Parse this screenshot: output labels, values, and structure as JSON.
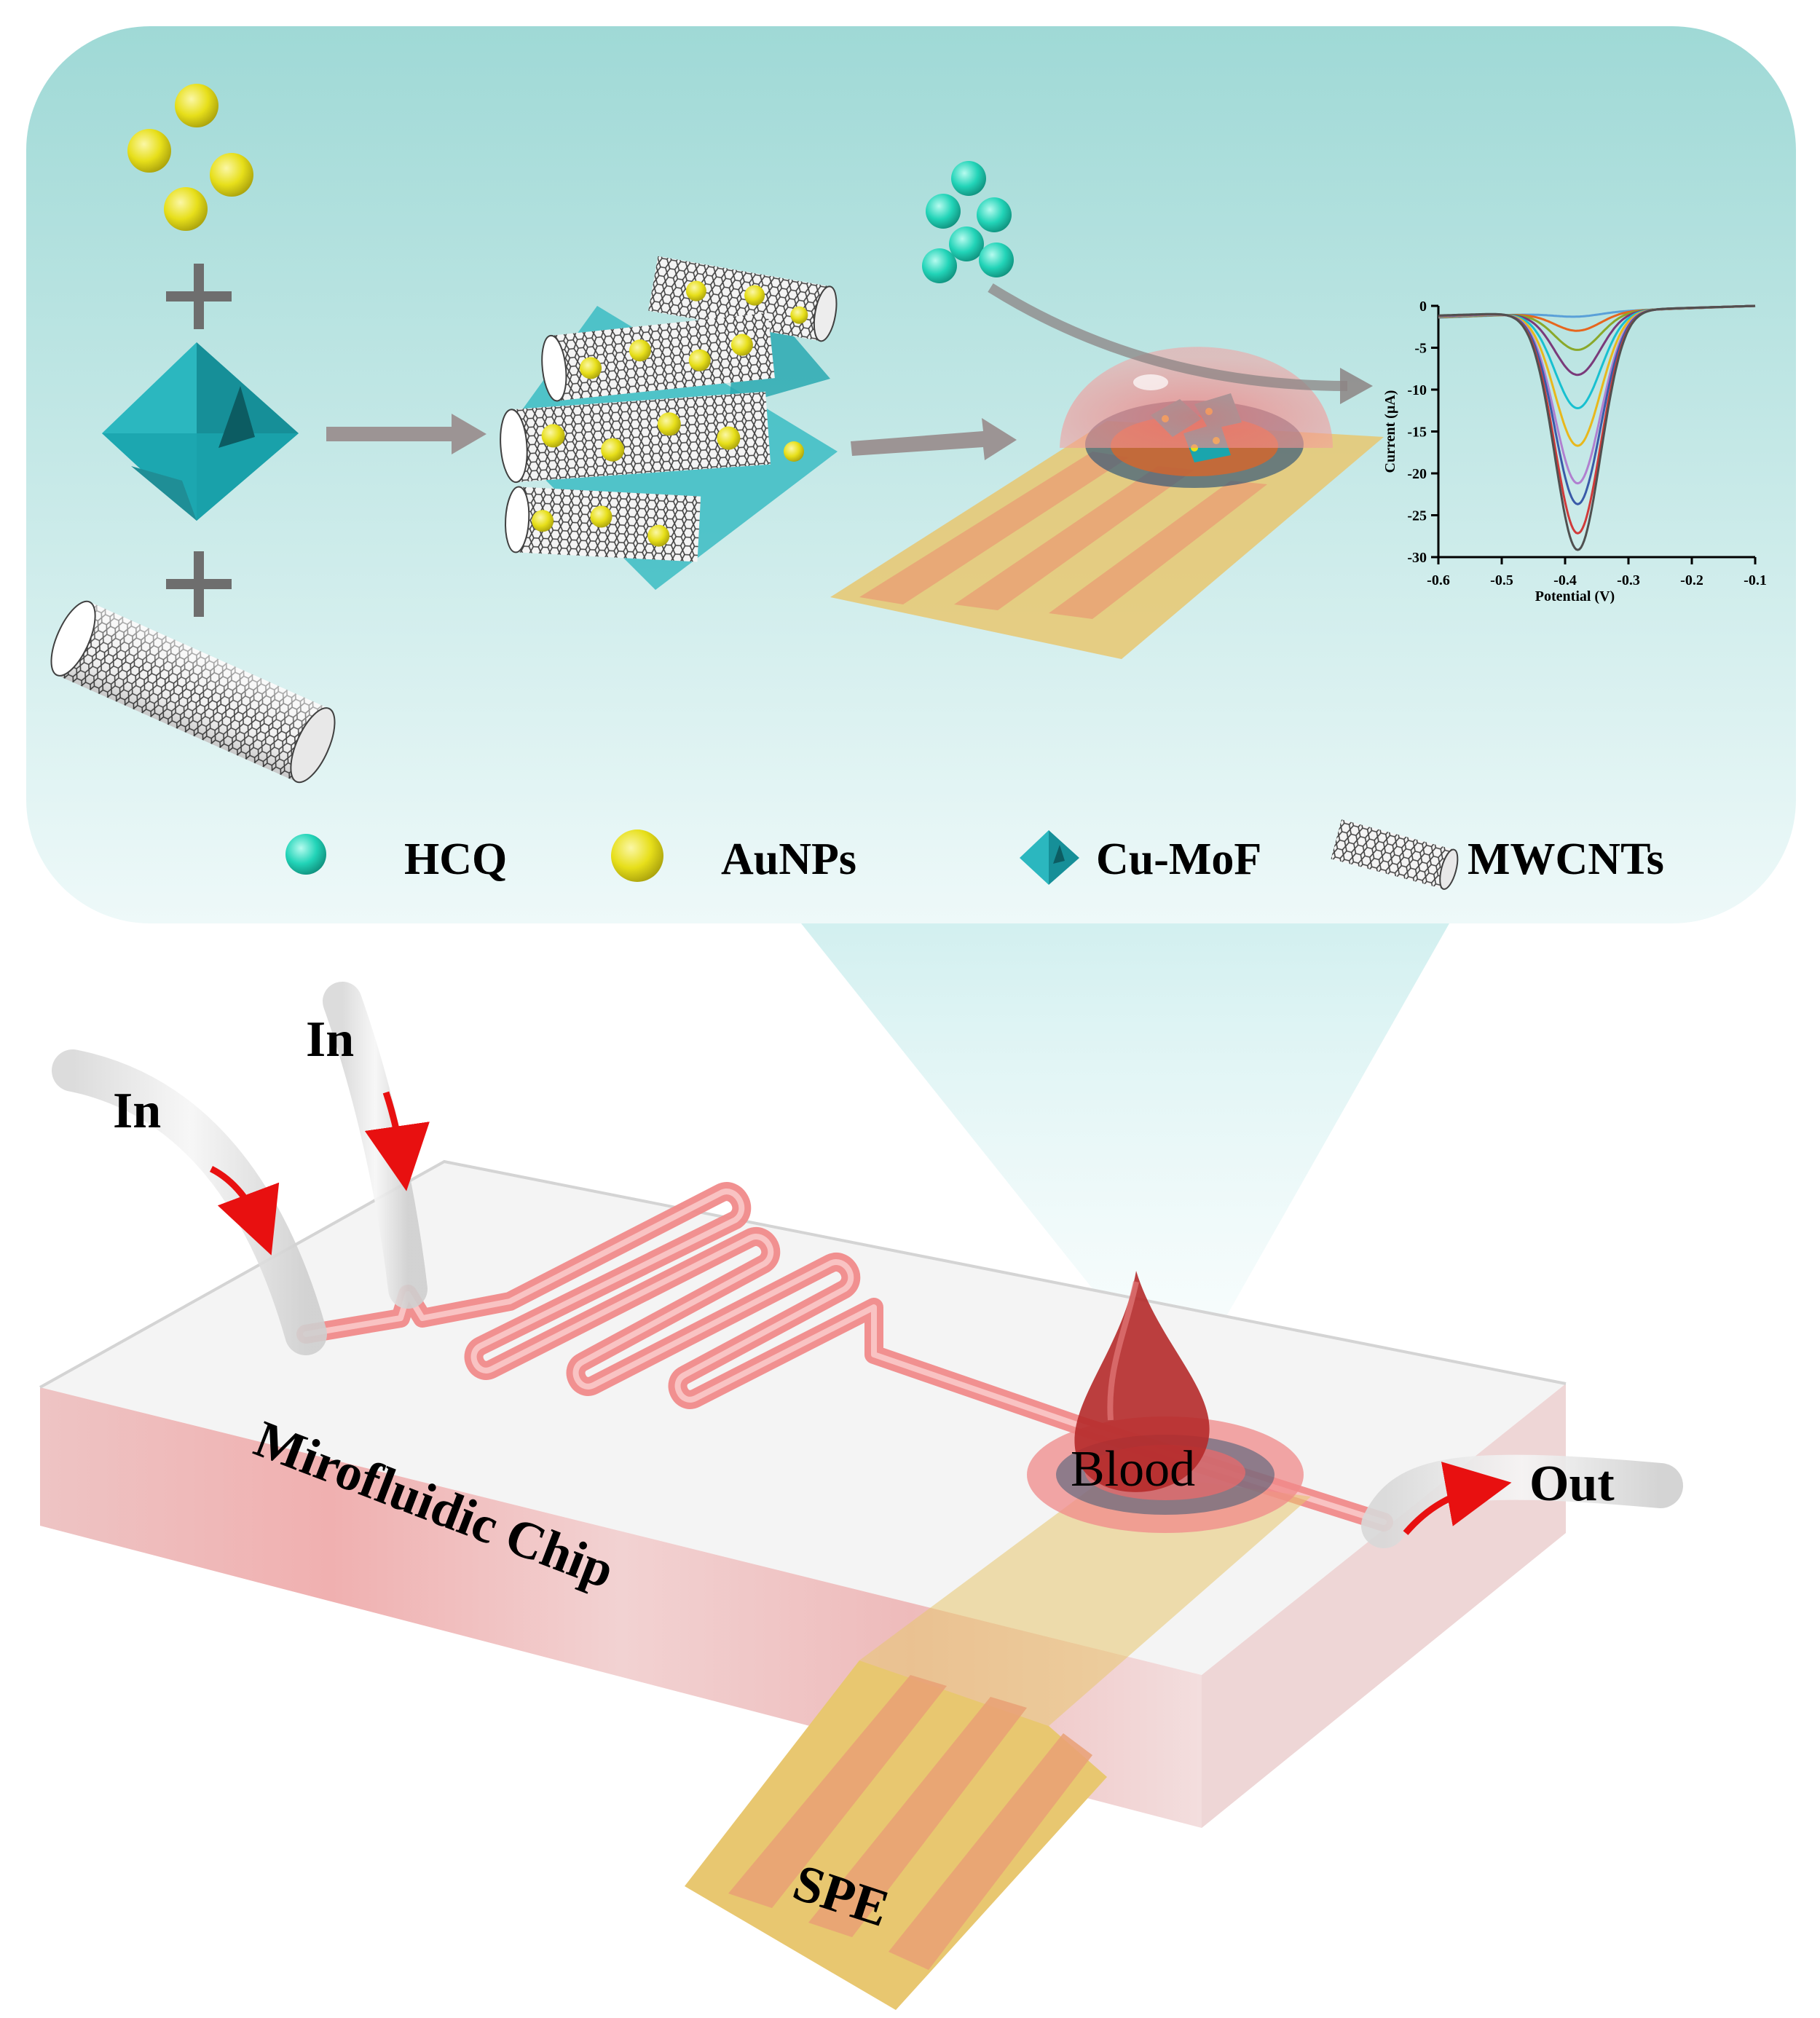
{
  "legend": {
    "hcq": "HCQ",
    "aunps": "AuNPs",
    "cumof": "Cu-MoF",
    "mwcnts": "MWCNTs"
  },
  "chip": {
    "inlet_left": "In",
    "inlet_right": "In",
    "outlet": "Out",
    "chip_label": "Mirofluidic Chip",
    "sample_label": "Blood",
    "electrode_label": "SPE"
  },
  "icons": [
    "gold-nanoparticle-icon",
    "cu-mof-octahedron-icon",
    "carbon-nanotube-icon",
    "hcq-molecule-icon",
    "screen-printed-electrode-icon",
    "blood-drop-icon"
  ],
  "colors": {
    "panel_top": "#9fd9d6",
    "panel_bottom": "#ecf8f8",
    "hcq": "#22d4b8",
    "aunps": "#e9e21a",
    "cumof": "#1aa5ad",
    "channel": "#f08a8a",
    "electrode_base": "#e8c770",
    "electrode_track": "#e9a074",
    "blood": "#b52a2a",
    "arrow": "#e81010"
  },
  "chart_data": {
    "type": "line",
    "xlabel": "Potential (V)",
    "ylabel": "Current (µA)",
    "xlim": [
      -0.6,
      -0.1
    ],
    "ylim": [
      -30,
      0
    ],
    "xticks": [
      "-0.6",
      "-0.5",
      "-0.4",
      "-0.3",
      "-0.2",
      "-0.1"
    ],
    "yticks": [
      "0",
      "-5",
      "-10",
      "-15",
      "-20",
      "-25",
      "-30"
    ],
    "peak_potential": -0.38,
    "peak_width": 0.036,
    "baseline_slope": 1.4,
    "series": [
      {
        "color": "#5aa0d8",
        "peak": -0.5
      },
      {
        "color": "#e6661e",
        "peak": -2.2
      },
      {
        "color": "#8aa82a",
        "peak": -4.5
      },
      {
        "color": "#7a3a7a",
        "peak": -7.5
      },
      {
        "color": "#18c0d0",
        "peak": -11.5
      },
      {
        "color": "#e8b81c",
        "peak": -16.0
      },
      {
        "color": "#b080d0",
        "peak": -20.5
      },
      {
        "color": "#3a5aa8",
        "peak": -23.0
      },
      {
        "color": "#d03a3a",
        "peak": -26.5
      },
      {
        "color": "#505050",
        "peak": -28.5
      }
    ]
  }
}
